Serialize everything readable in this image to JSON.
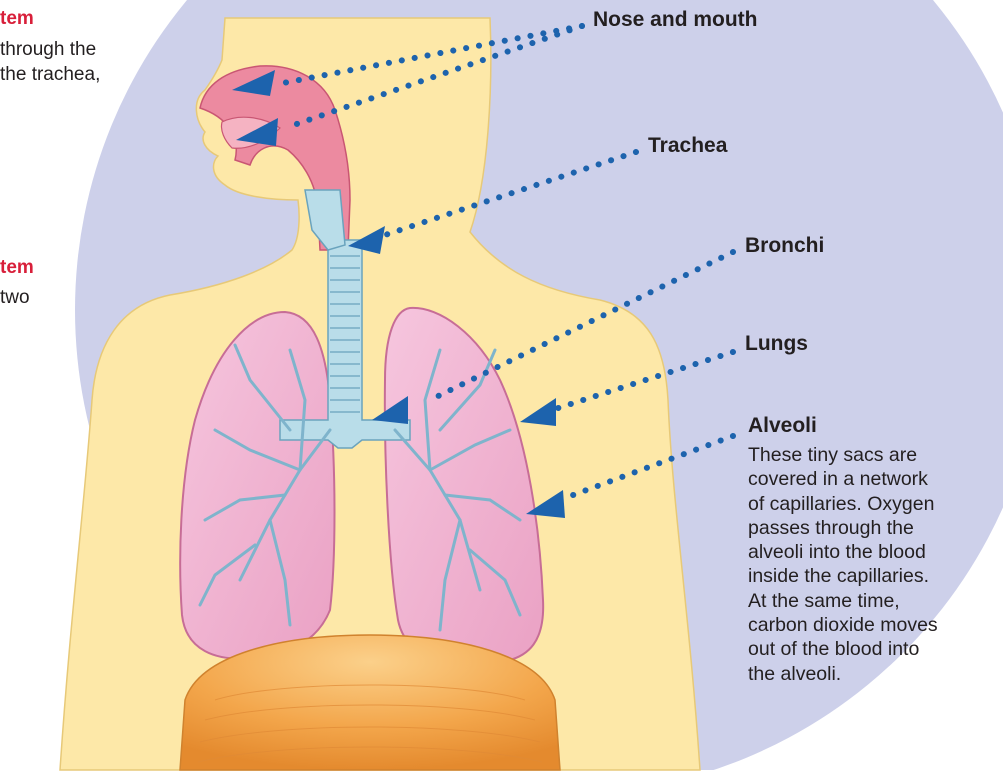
{
  "left_text": {
    "heading_1": "tem",
    "line_1": "through the",
    "line_2": "the trachea,",
    "heading_2": "tem",
    "line_3": "two"
  },
  "labels": {
    "nose_mouth": "Nose and mouth",
    "trachea": "Trachea",
    "bronchi": "Bronchi",
    "lungs": "Lungs",
    "alveoli": "Alveoli"
  },
  "alveoli_description": [
    "These tiny sacs are",
    "covered in a network",
    "of capillaries. Oxygen",
    "passes through the",
    "alveoli into the blood",
    "inside the capillaries.",
    "At the same time,",
    "carbon dioxide moves",
    "out of the blood into",
    "the alveoli."
  ],
  "colors": {
    "background_circle": "#cdd0ea",
    "skin": "#fde8a8",
    "airway": "#ec8aa0",
    "lung": "#f1b7d2",
    "trachea": "#b9dde9",
    "diaphragm": "#f3a64b",
    "pointer": "#1d63ad",
    "heading_red": "#d81f3a"
  }
}
